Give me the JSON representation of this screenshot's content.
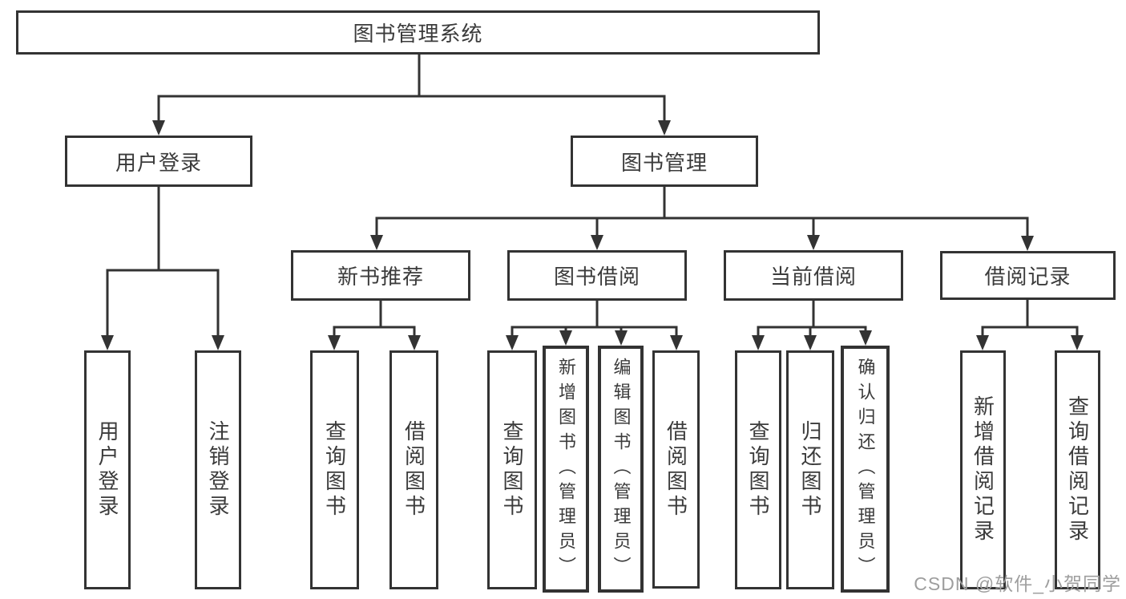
{
  "nodes": {
    "root": "图书管理系统",
    "user_login": "用户登录",
    "book_mgmt": "图书管理",
    "new_book_rec": "新书推荐",
    "book_borrow": "图书借阅",
    "current_borrow": "当前借阅",
    "borrow_record": "借阅记录",
    "leaf_user_login": "用户登录",
    "leaf_logout": "注销登录",
    "leaf_nb_query": "查询图书",
    "leaf_nb_borrow": "借阅图书",
    "leaf_bb_query": "查询图书",
    "leaf_bb_add": "新增图书（管理员）",
    "leaf_bb_edit": "编辑图书（管理员）",
    "leaf_bb_borrow": "借阅图书",
    "leaf_cb_query": "查询图书",
    "leaf_cb_return": "归还图书",
    "leaf_cb_confirm": "确认归还（管理员）",
    "leaf_br_add": "新增借阅记录",
    "leaf_br_query": "查询借阅记录"
  },
  "hierarchy": {
    "图书管理系统": {
      "用户登录": [
        "用户登录",
        "注销登录"
      ],
      "图书管理": {
        "新书推荐": [
          "查询图书",
          "借阅图书"
        ],
        "图书借阅": [
          "查询图书",
          "新增图书（管理员）",
          "编辑图书（管理员）",
          "借阅图书"
        ],
        "当前借阅": [
          "查询图书",
          "归还图书",
          "确认归还（管理员）"
        ],
        "借阅记录": [
          "新增借阅记录",
          "查询借阅记录"
        ]
      }
    }
  },
  "watermark": "CSDN @软件_小贺同学",
  "colors": {
    "border": "#333333",
    "text": "#3b3b3b",
    "watermark": "#9e9e9e",
    "background": "#ffffff"
  }
}
